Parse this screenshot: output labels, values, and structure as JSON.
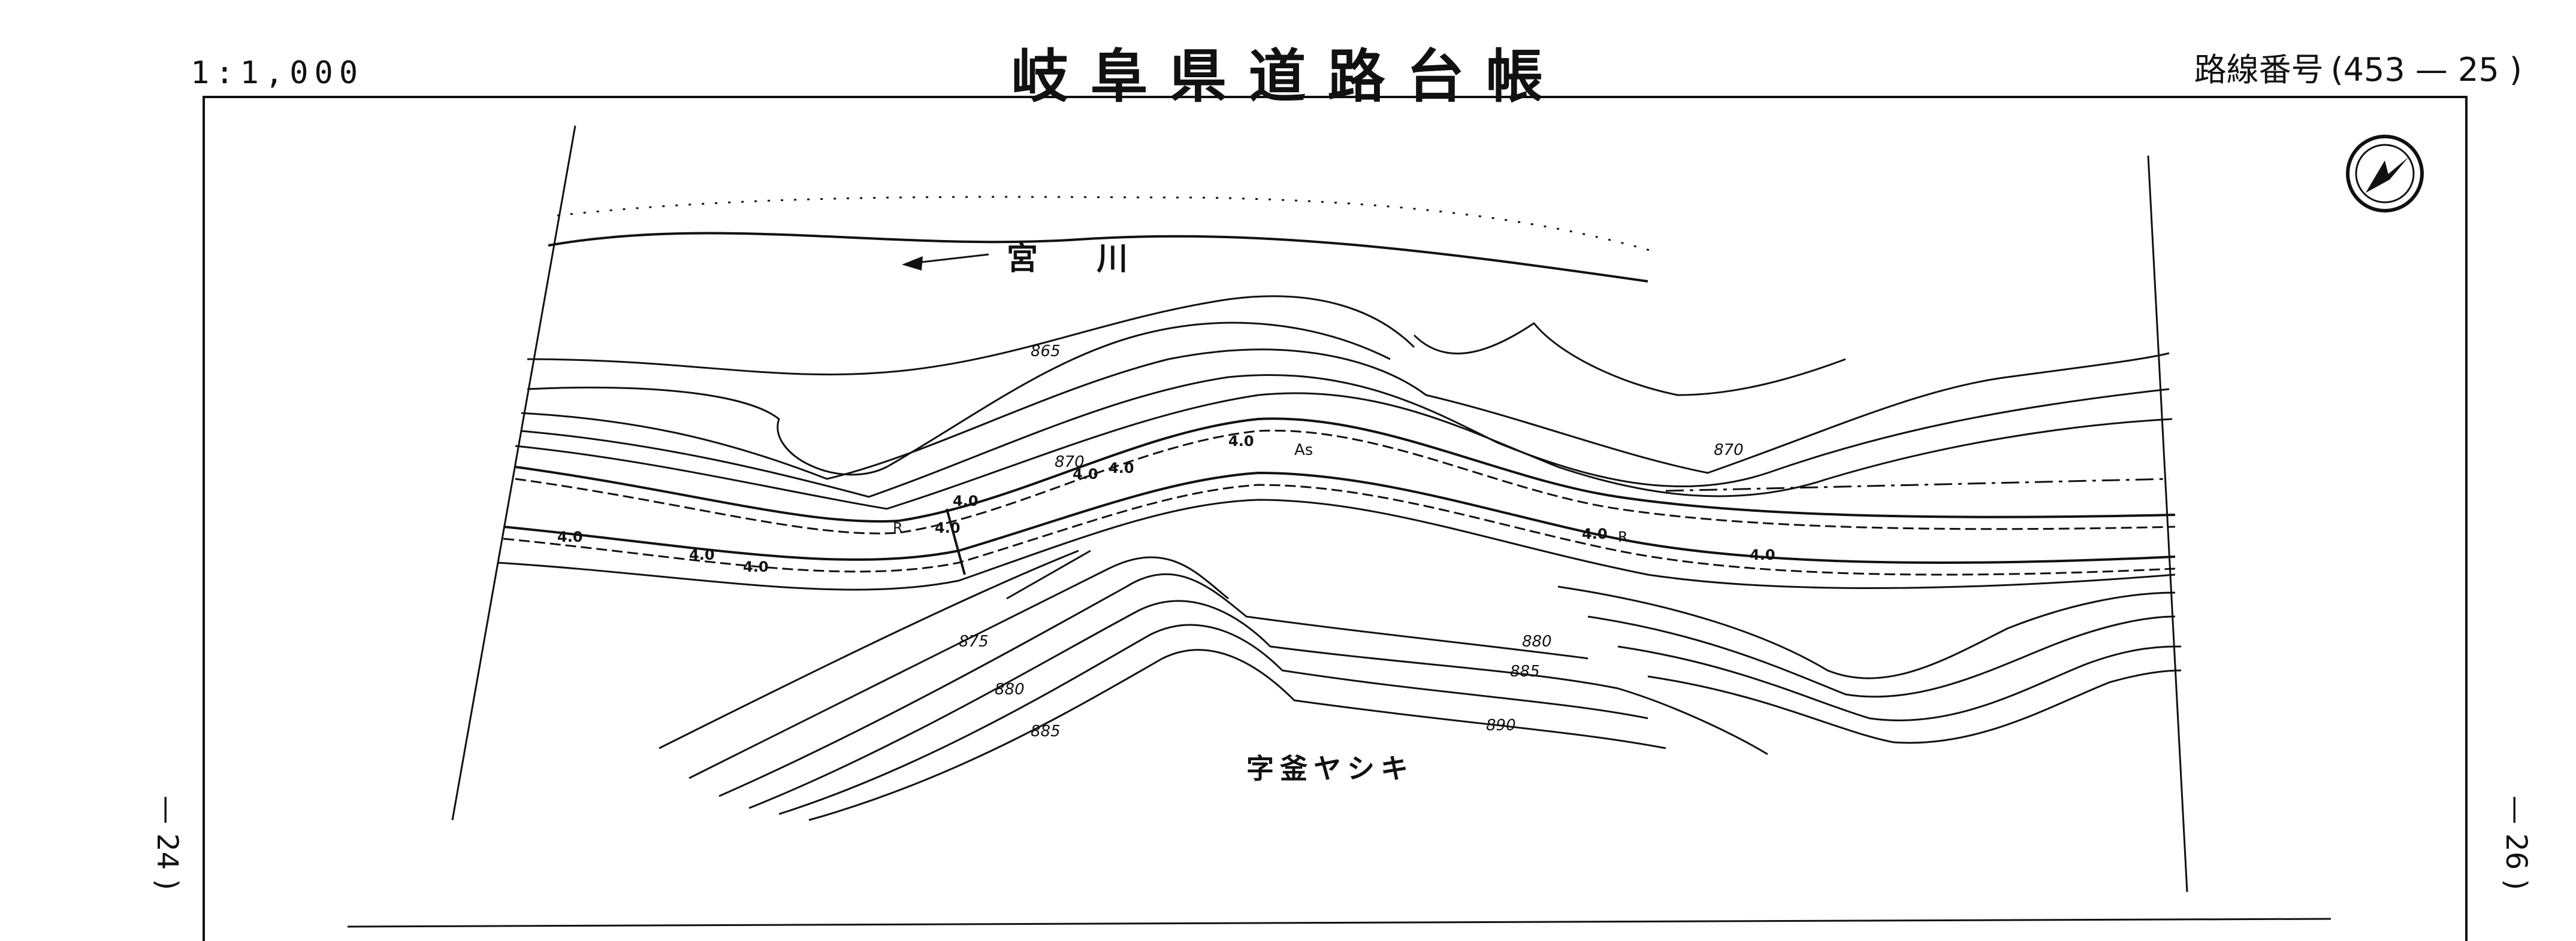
{
  "header": {
    "scale": "1:1,000",
    "title": "岐阜県道路台帳",
    "route_label": "路線番号",
    "route_number": "(453 — 25 )"
  },
  "page_refs": {
    "previous": "— 24 )",
    "next": "— 26 )"
  },
  "map": {
    "river_label": "宮 川",
    "place_label": "字釜ヤシキ",
    "pavement_label": "As",
    "contour_labels": [
      "865",
      "870",
      "870",
      "875",
      "880",
      "880",
      "885",
      "885",
      "890"
    ],
    "road_width_labels": [
      "4.0",
      "4.0",
      "4.0",
      "4.0",
      "4.0",
      "4.0",
      "4.0",
      "4.0",
      "4.0",
      "4.0"
    ],
    "curve_labels": [
      "R",
      "R"
    ],
    "north_symbol": "north-arrow"
  }
}
